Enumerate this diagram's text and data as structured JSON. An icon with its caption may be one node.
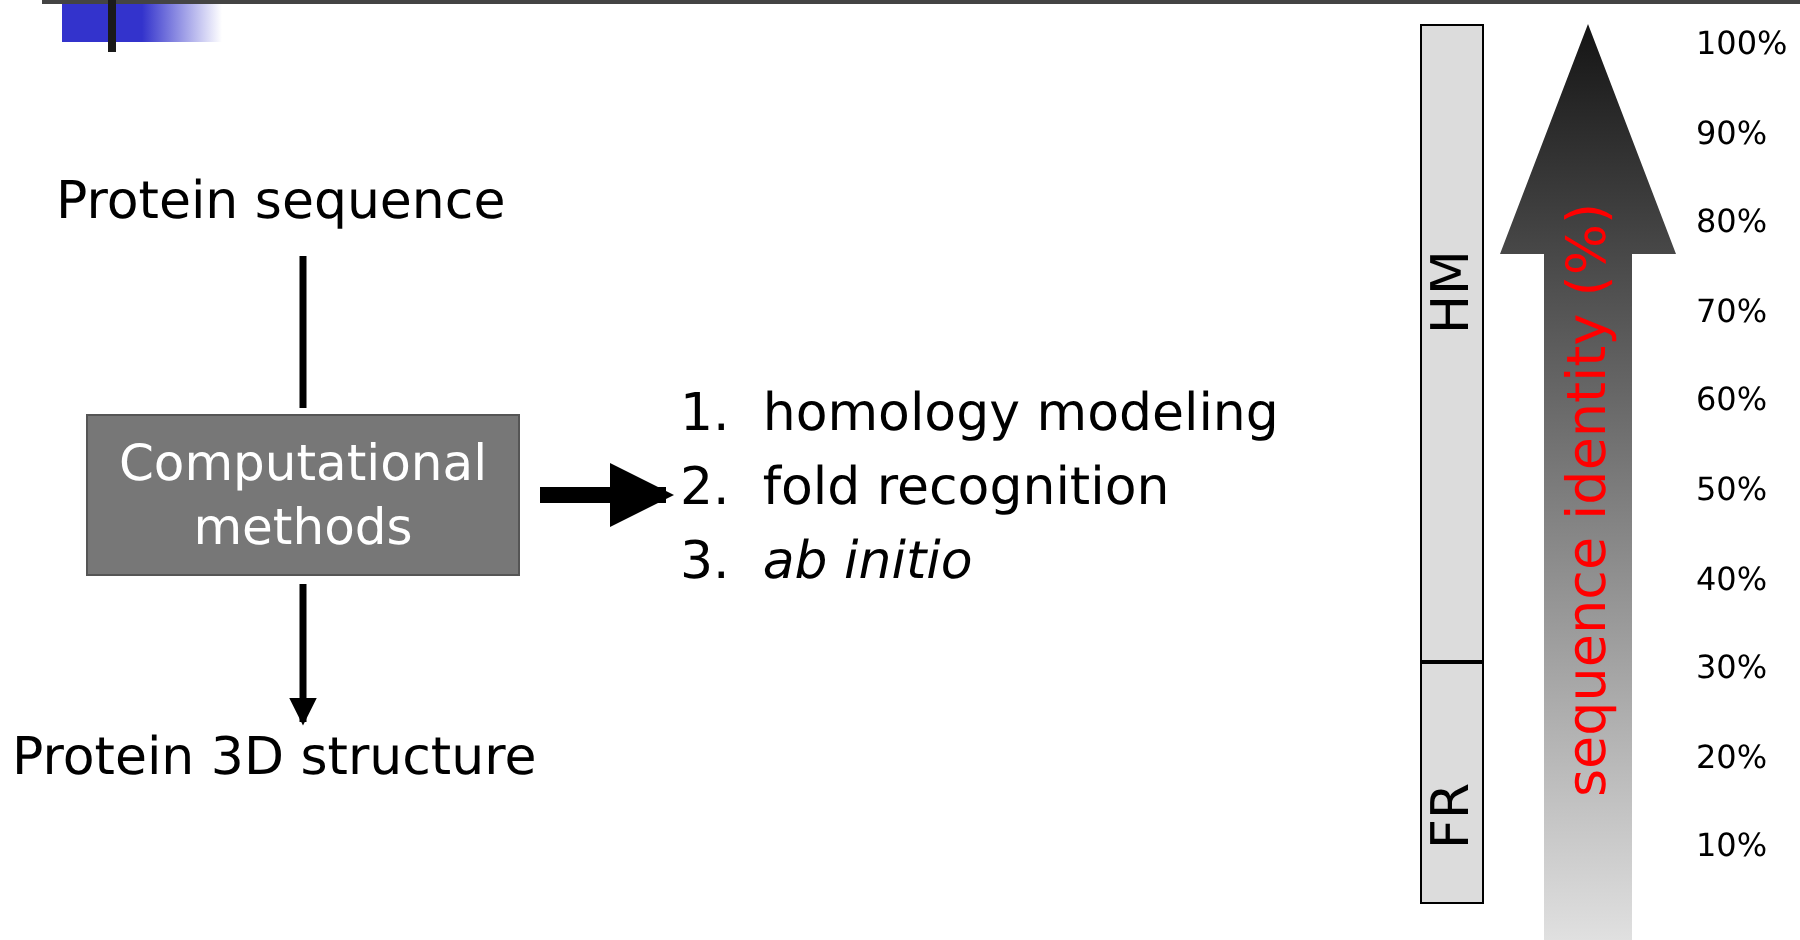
{
  "diagram": {
    "nodes": [
      {
        "text": [
          "Protein sequence"
        ]
      },
      {
        "text": [
          "Computational methods"
        ]
      },
      {
        "text": [
          "Protein 3D structure"
        ]
      },
      {
        "text": [
          "1.  homology modeling",
          "2.  fold recognition",
          "3.  *ab initio*"
        ]
      },
      {
        "text": [
          "HM"
        ]
      },
      {
        "text": [
          "FR"
        ]
      },
      {
        "text": [
          "sequence identity (%)"
        ]
      }
    ],
    "edges": [
      {
        "from": 0,
        "to": 1,
        "arrow": "none"
      },
      {
        "from": 1,
        "to": 2,
        "arrow": "to"
      },
      {
        "from": 1,
        "to": 3,
        "arrow": "to",
        "style": "thick"
      }
    ],
    "labels": [
      "100%",
      "90%",
      "80%",
      "70%",
      "60%",
      "50%",
      "40%",
      "30%",
      "20%",
      "10%"
    ]
  }
}
